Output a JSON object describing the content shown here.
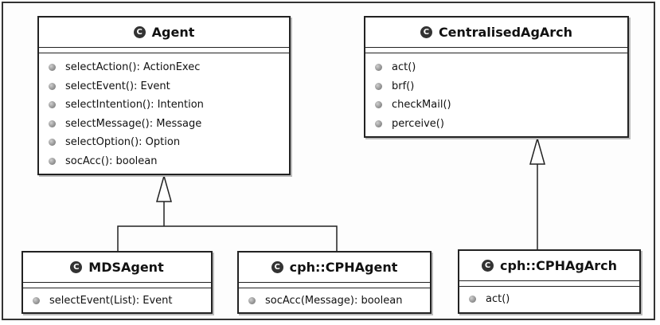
{
  "classes": {
    "agent": {
      "badge": "C",
      "name": "Agent",
      "methods": [
        "selectAction(): ActionExec",
        "selectEvent(): Event",
        "selectIntention(): Intention",
        "selectMessage(): Message",
        "selectOption(): Option",
        "socAcc(): boolean"
      ]
    },
    "centralised": {
      "badge": "C",
      "name": "CentralisedAgArch",
      "methods": [
        "act()",
        "brf()",
        "checkMail()",
        "perceive()"
      ]
    },
    "mdsagent": {
      "badge": "C",
      "name": "MDSAgent",
      "methods": [
        "selectEvent(List): Event"
      ]
    },
    "cphagent": {
      "badge": "C",
      "name": "cph::CPHAgent",
      "methods": [
        "socAcc(Message): boolean"
      ]
    },
    "cphagarch": {
      "badge": "C",
      "name": "cph::CPHAgArch",
      "methods": [
        "act()"
      ]
    }
  },
  "colors": {
    "border": "#222222",
    "badge": "#333333",
    "dot": "#7a7a7a"
  }
}
